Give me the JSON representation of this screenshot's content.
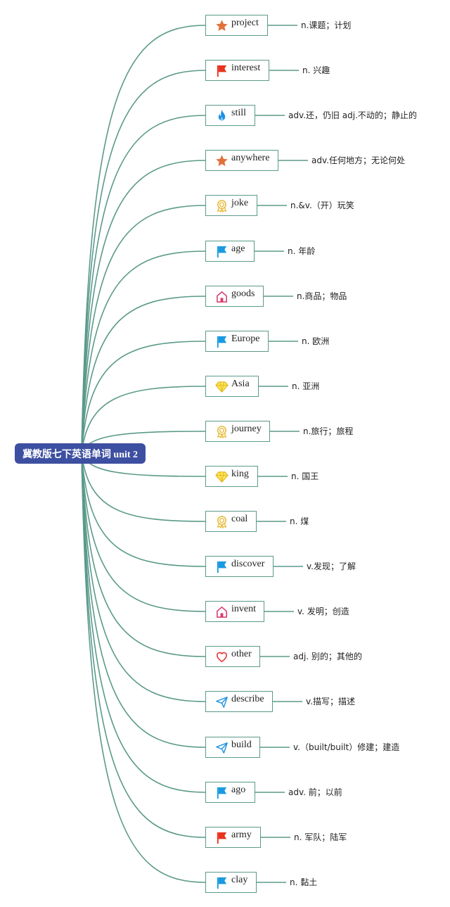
{
  "root": {
    "label": "冀教版七下英语单词 unit 2"
  },
  "colors": {
    "connector": "#5b9a8a",
    "root_bg": "#3d4fa0",
    "root_text": "#ffffff"
  },
  "words": [
    {
      "word": "project",
      "icon": "star-icon",
      "meaning": "n.课题；计划"
    },
    {
      "word": "interest",
      "icon": "red-flag-icon",
      "meaning": "n. 兴趣"
    },
    {
      "word": "still",
      "icon": "fire-icon",
      "meaning": "adv.还，仍旧 adj.不动的；静止的"
    },
    {
      "word": "anywhere",
      "icon": "star-icon",
      "meaning": "adv.任何地方；无论何处"
    },
    {
      "word": "joke",
      "icon": "award-icon",
      "meaning": "n.&v.（开）玩笑"
    },
    {
      "word": "age",
      "icon": "blue-flag-icon",
      "meaning": "n. 年龄"
    },
    {
      "word": "goods",
      "icon": "home-icon",
      "meaning": "n.商品；物品"
    },
    {
      "word": "Europe",
      "icon": "blue-flag-icon",
      "meaning": "n. 欧洲"
    },
    {
      "word": "Asia",
      "icon": "diamond-icon",
      "meaning": "n. 亚洲"
    },
    {
      "word": "journey",
      "icon": "award-icon",
      "meaning": "n.旅行；旅程"
    },
    {
      "word": "king",
      "icon": "diamond-icon",
      "meaning": "n. 国王"
    },
    {
      "word": "coal",
      "icon": "award-icon",
      "meaning": "n. 煤"
    },
    {
      "word": "discover",
      "icon": "blue-flag-icon",
      "meaning": "v.发现；了解"
    },
    {
      "word": "invent",
      "icon": "home-icon",
      "meaning": "v. 发明；创造"
    },
    {
      "word": "other",
      "icon": "heart-icon",
      "meaning": "adj. 别的；其他的"
    },
    {
      "word": "describe",
      "icon": "send-icon",
      "meaning": "v.描写；描述"
    },
    {
      "word": "build",
      "icon": "send-icon",
      "meaning": "v.（built/built）修建；建造"
    },
    {
      "word": "ago",
      "icon": "blue-flag-icon",
      "meaning": "adv. 前；以前"
    },
    {
      "word": "army",
      "icon": "red-flag-icon",
      "meaning": "n. 军队；陆军"
    },
    {
      "word": "clay",
      "icon": "blue-flag-icon",
      "meaning": "n. 黏土"
    }
  ]
}
